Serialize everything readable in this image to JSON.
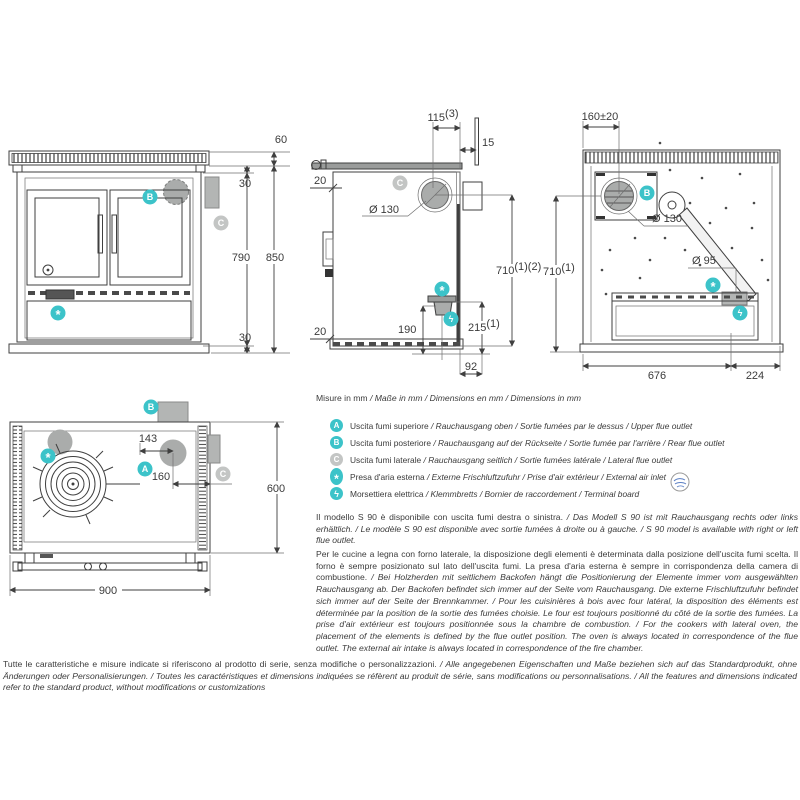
{
  "colors": {
    "teal": "#3cc3c9",
    "grey_badge": "#c3c5c4",
    "fill_grey": "#aaacab",
    "line": "#3f3f3f"
  },
  "legend": {
    "units_it": "Misure in mm",
    "units_rest": " / Maße in mm / Dimensions en mm / Dimensions in mm",
    "items": [
      {
        "glyph": "A",
        "style": "teal",
        "it": "Uscita fumi superiore",
        "rest": " / Rauchausgang oben  / Sortie fumées par le dessus / Upper flue outlet"
      },
      {
        "glyph": "B",
        "style": "teal",
        "it": "Uscita fumi posteriore",
        "rest": " /  Rauchausgang auf der Rückseite / Sortie fumée par l'arrière / Rear flue outlet"
      },
      {
        "glyph": "C",
        "style": "grey",
        "it": "Uscita fumi laterale",
        "rest": " / Rauchausgang seitlich  / Sortie fumées latérale / Lateral flue outlet"
      },
      {
        "glyph": "*",
        "style": "teal",
        "it": "Presa d'aria esterna",
        "rest": " / Externe Frischluftzufuhr / Prise d'air extérieur / External air inlet"
      },
      {
        "glyph": "ϟ",
        "style": "teal",
        "it": "Morsettiera elettrica",
        "rest": " / Klemmbretts / Bornier de raccordement / Terminal board"
      }
    ]
  },
  "paragraphs": {
    "p1_it": "Il modello S 90 è disponibile con uscita fumi destra o sinistra.",
    "p1_rest": " / Das Modell S 90 ist mit Rauchausgang rechts oder links erhältlich. / Le modèle S 90 est disponible avec sortie fumées à droite ou à gauche. / S 90 model is available with right or left flue outlet.",
    "p2_it": "Per le cucine a legna con forno laterale, la disposizione degli elementi è determinata dalla posizione dell'uscita fumi scelta. Il forno è sempre posizionato sul lato dell'uscita fumi. La presa d'aria esterna è sempre in corrispondenza della camera di combustione.",
    "p2_rest": " / Bei Holzherden mit seitlichem Backofen hängt die Positionierung der Elemente immer vom ausgewählten Rauchausgang ab. Der Backofen befindet sich immer auf der Seite vom Rauchausgang. Die externe Frischluftzufuhr befindet sich immer auf der Seite der Brennkammer. / Pour les cuisinières à bois avec four latéral, la disposition des éléments est déterminée par la position de la sortie des fumées choisie. Le four est toujours positionné du côté de la sortie des fumées. La prise d'air extérieur est toujours positionnée sous la chambre de combustion. / For the cookers with lateral oven, the placement of the elements is defined by the flue outlet position. The oven is always located in correspondence of the flue outlet. The external air intake is always located in correspondence of the fire chamber.",
    "footer_it": "Tutte le caratteristiche e misure indicate si riferiscono al prodotto di serie, senza modifiche o personalizzazioni.",
    "footer_rest": " / Alle angegebenen Eigenschaften und Maße beziehen sich auf das Standardprodukt, ohne Änderungen oder Personalisierungen. / Toutes les caractéristiques et dimensions indiquées se réfèrent au produit de série, sans modifications ou personnalisations. / All the features and dimensions indicated refer to the standard product, without modifications or customizations"
  },
  "drawings": {
    "front": {
      "dims": {
        "rail_height": "60",
        "top_gap": "30",
        "body_height": "790",
        "total_height": "850",
        "bottom_gap": "30"
      }
    },
    "side": {
      "dims": {
        "flue_offset": "115",
        "flue_offset_note": "(3)",
        "plate_lip": "15",
        "left_top": "20",
        "height": "710",
        "height_note": "(1)(2)",
        "left_bottom": "20",
        "air_height": "190",
        "air_floor": "215",
        "air_floor_note": "(1)",
        "air_offset": "92",
        "flue_diameter": "Ø 130"
      }
    },
    "rear": {
      "dims": {
        "flue_offset": "160±20",
        "height": "710",
        "height_note": "(1)",
        "width_main": "676",
        "width_side": "224",
        "flue_diameter": "Ø 130",
        "air_diameter": "Ø 95"
      }
    },
    "top": {
      "dims": {
        "flue_y": "143",
        "flue_x": "160",
        "depth": "600",
        "width": "900"
      }
    }
  }
}
